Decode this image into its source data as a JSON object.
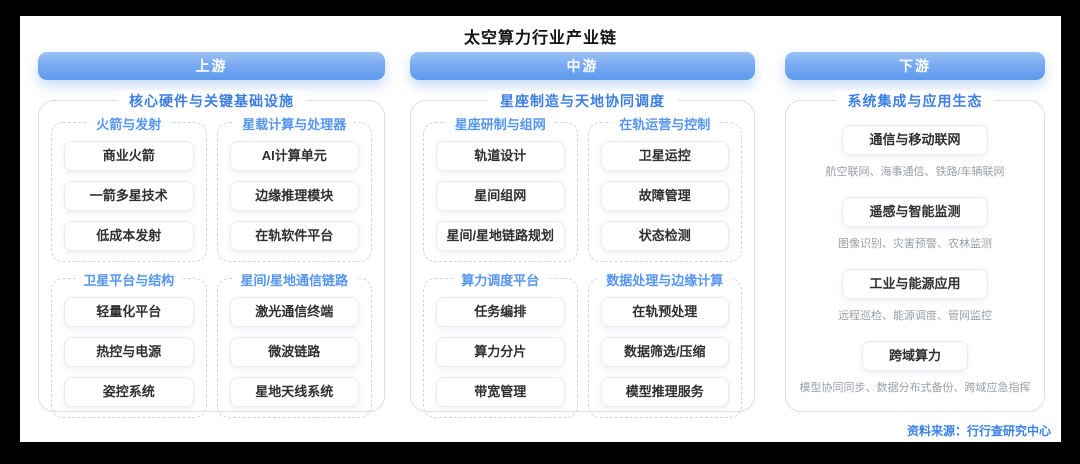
{
  "title": "太空算力行业产业链",
  "source": "资料来源：行行查研究中心",
  "colors": {
    "header_gradient_top": "#9cc2f5",
    "header_gradient_bottom": "#5e9aee",
    "group_title_blue": "#3d7fe3",
    "subgroup_title_blue": "#5596f0",
    "caption_gray": "#9aa0a8",
    "source_blue": "#3b82e8",
    "frame_black": "#000000"
  },
  "columns": [
    {
      "header": "上游",
      "group_title": "核心硬件与关键基础设施",
      "subgroups": [
        {
          "title": "火箭与发射",
          "items": [
            "商业火箭",
            "一箭多星技术",
            "低成本发射"
          ]
        },
        {
          "title": "星载计算与处理器",
          "items": [
            "AI计算单元",
            "边缘推理模块",
            "在轨软件平台"
          ]
        },
        {
          "title": "卫星平台与结构",
          "items": [
            "轻量化平台",
            "热控与电源",
            "姿控系统"
          ]
        },
        {
          "title": "星间/星地通信链路",
          "items": [
            "激光通信终端",
            "微波链路",
            "星地天线系统"
          ]
        }
      ]
    },
    {
      "header": "中游",
      "group_title": "星座制造与天地协同调度",
      "subgroups": [
        {
          "title": "星座研制与组网",
          "items": [
            "轨道设计",
            "星间组网",
            "星间/星地链路规划"
          ]
        },
        {
          "title": "在轨运营与控制",
          "items": [
            "卫星运控",
            "故障管理",
            "状态检测"
          ]
        },
        {
          "title": "算力调度平台",
          "items": [
            "任务编排",
            "算力分片",
            "带宽管理"
          ]
        },
        {
          "title": "数据处理与边缘计算",
          "items": [
            "在轨预处理",
            "数据筛选/压缩",
            "模型推理服务"
          ]
        }
      ]
    },
    {
      "header": "下游",
      "group_title": "系统集成与应用生态",
      "applications": [
        {
          "title": "通信与移动联网",
          "caption": "航空联网、海事通信、铁路/车辆联网"
        },
        {
          "title": "遥感与智能监测",
          "caption": "图像识别、灾害预警、农林监测"
        },
        {
          "title": "工业与能源应用",
          "caption": "远程巡检、能源调度、管网监控"
        },
        {
          "title": "跨域算力",
          "caption": "模型协同同步、数据分布式备份、跨域应急指挥"
        }
      ]
    }
  ]
}
